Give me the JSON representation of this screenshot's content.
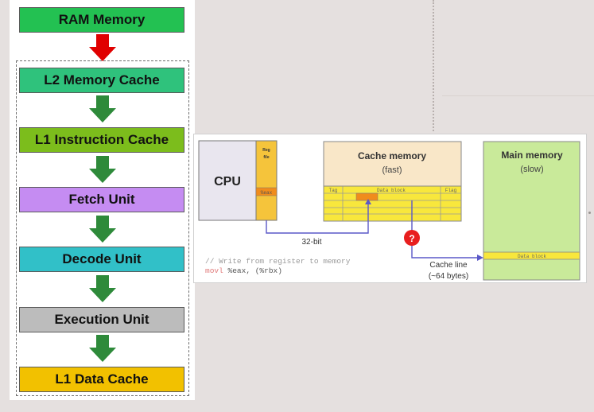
{
  "pipeline": {
    "top": "RAM Memory",
    "stages": [
      {
        "label": "L2 Memory Cache",
        "color": "#2fc27c"
      },
      {
        "label": "L1 Instruction Cache",
        "color": "#7cbd1c"
      },
      {
        "label": "Fetch Unit",
        "color": "#c58cf2"
      },
      {
        "label": "Decode Unit",
        "color": "#31c0c8"
      },
      {
        "label": "Execution Unit",
        "color": "#bcbcbc"
      },
      {
        "label": "L1 Data Cache",
        "color": "#f2c100"
      }
    ],
    "top_color": "#23c152",
    "arrow_color_top": "#e00000",
    "arrow_color": "#2e8a3a"
  },
  "cache_diagram": {
    "cpu": "CPU",
    "reg_file": "Reg\nfile",
    "register": "%eax",
    "cache_title": "Cache memory",
    "cache_subtitle": "(fast)",
    "tag": "Tag",
    "data_block": "Data block",
    "flag": "Flag",
    "main_title": "Main memory",
    "main_subtitle": "(slow)",
    "main_data_block": "Data block",
    "bus_label": "32-bit",
    "cache_line_label": "Cache line",
    "cache_line_size": "(~64 bytes)",
    "question": "?",
    "code_comment": "// Write from register to memory",
    "code_keyword": "movl",
    "code_operands": " %eax, (%rbx)"
  }
}
